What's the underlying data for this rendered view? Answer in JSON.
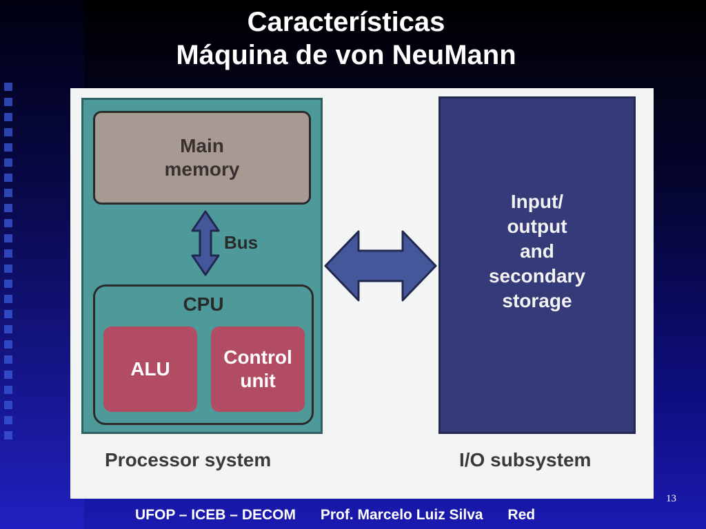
{
  "title": {
    "line1": "Características",
    "line2": "Máquina de von NeuMann"
  },
  "diagram": {
    "main_memory": "Main\nmemory",
    "bus": "Bus",
    "cpu": "CPU",
    "alu": "ALU",
    "control_unit": "Control\nunit",
    "io_box": "Input/\noutput\nand\nsecondary\nstorage",
    "processor_caption": "Processor system",
    "io_caption": "I/O subsystem",
    "colors": {
      "processor_system": "#4e9a9a",
      "main_memory": "#a79a93",
      "alu_control": "#b24c62",
      "io_subsystem": "#343b78",
      "arrow": "#44579a"
    }
  },
  "footer": {
    "org": "UFOP – ICEB – DECOM",
    "professor": "Prof. Marcelo Luiz Silva",
    "course": "Red"
  },
  "page_number": "13"
}
